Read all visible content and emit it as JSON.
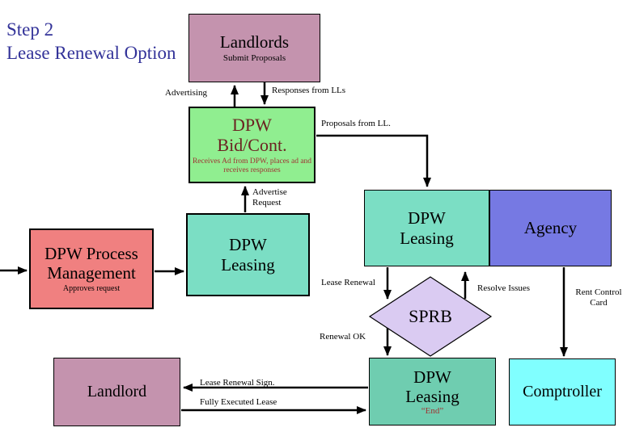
{
  "title": {
    "line1": "Step 2",
    "line2": "Lease Renewal Option"
  },
  "colors": {
    "title_text": "#333399",
    "landlords_fill": "#c493ae",
    "bid_cont_fill": "#90ee90",
    "bid_cont_text": "#6b2222",
    "bid_cont_subtext": "#a03333",
    "process_fill": "#f08080",
    "leasing_fill": "#7bdec4",
    "leasing_end_fill": "#6fcdb0",
    "agency_fill": "#7679e3",
    "sprb_fill": "#dacbf2",
    "comptroller_fill": "#80ffff",
    "landlord_fill": "#c493ae",
    "arrow": "#000000"
  },
  "styles": {
    "landlords": "background:#c493ae",
    "bid_cont": "background:#90ee90",
    "process": "background:#f08080",
    "leasing_mid": "background:#7bdec4",
    "leasing_right": "background:#7bdec4",
    "agency": "background:#7679e3",
    "leasing_end": "background:#6fcdb0",
    "comptroller": "background:#80ffff",
    "landlord": "background:#c493ae"
  },
  "nodes": {
    "landlords": {
      "title": "Landlords",
      "subtitle": "Submit Proposals"
    },
    "bid_cont": {
      "line1": "DPW",
      "line2": "Bid/Cont.",
      "subtitle": "Receives  Ad from DPW, places ad and receives responses"
    },
    "process": {
      "line1": "DPW Process",
      "line2": "Management",
      "subtitle": "Approves request"
    },
    "leasing_mid": {
      "line1": "DPW",
      "line2": "Leasing"
    },
    "leasing_right": {
      "line1": "DPW",
      "line2": "Leasing"
    },
    "agency": {
      "title": "Agency"
    },
    "sprb": {
      "title": "SPRB"
    },
    "leasing_end": {
      "line1": "DPW",
      "line2": "Leasing",
      "subtitle": "“End”"
    },
    "comptroller": {
      "title": "Comptroller"
    },
    "landlord": {
      "title": "Landlord"
    }
  },
  "edge_labels": {
    "advertising": "Advertising",
    "responses": "Responses from LLs",
    "proposals": "Proposals from LL.",
    "advertise_request": "Advertise Request",
    "lease_renewal": "Lease Renewal",
    "resolve_issues": "Resolve Issues",
    "rent_control": "Rent Control Card",
    "renewal_ok": "Renewal OK",
    "lease_renewal_sign": "Lease Renewal Sign.",
    "fully_executed": "Fully Executed Lease"
  }
}
